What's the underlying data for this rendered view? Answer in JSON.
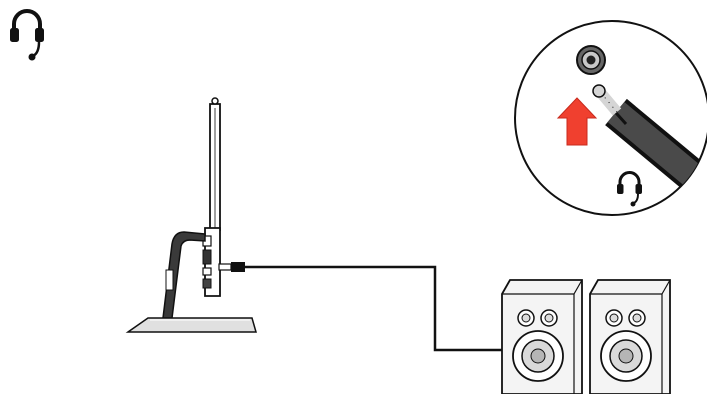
{
  "figure": {
    "kind": "connection-diagram",
    "topic_icon": "headphone-icon",
    "devices": [
      "monitor-side-view",
      "audio-cable",
      "speaker-pair"
    ],
    "detail_callout": {
      "content": [
        "audio-jack-port",
        "audio-plug",
        "insert-direction-arrow",
        "headphone-icon"
      ],
      "arrow_color": "#f0402f"
    },
    "colors": {
      "line": "#111111",
      "background": "#ffffff",
      "speaker_fill": "#f4f4f4",
      "cone_fill": "#d9d9d9",
      "stand_fill": "#3a3a3a",
      "arrow": "#f0402f"
    }
  }
}
